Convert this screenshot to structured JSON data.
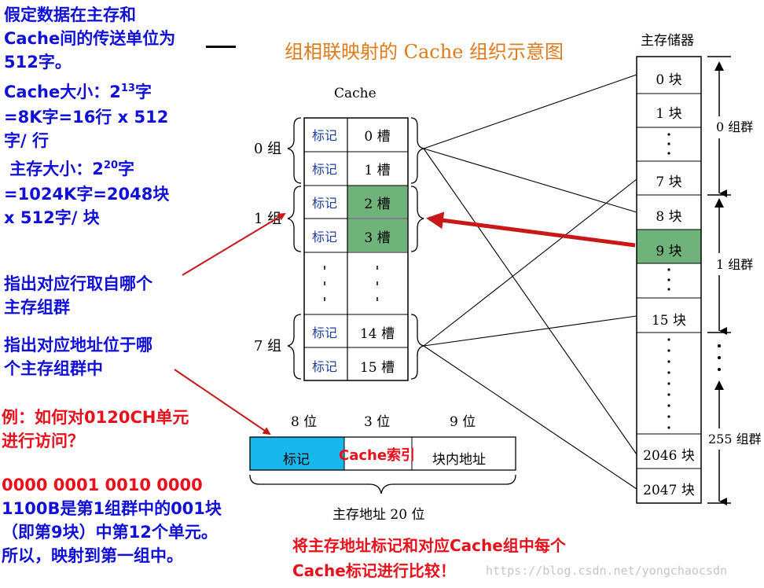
{
  "left_notes": {
    "assume_line1": "假定数据在主存和",
    "assume_line2": "Cache间的传送单位为",
    "assume_line3": "512字。",
    "cache_size_line1_prefix": "Cache大小：2",
    "cache_size_line1_exp": "13",
    "cache_size_line1_suffix": "字",
    "cache_size_line2": "=8K字=16行 x 512",
    "cache_size_line3": "字/ 行",
    "mem_size_line1_prefix": " 主存大小：2",
    "mem_size_line1_exp": "20",
    "mem_size_line1_suffix": "字",
    "mem_size_line2": "=1024K字=2048块",
    "mem_size_line3": "x 512字/ 块",
    "pointer1_line1": "指出对应行取自哪个",
    "pointer1_line2": "主存组群",
    "pointer2_line1": "指出对应地址位于哪",
    "pointer2_line2": "个主存组群中",
    "example_line1": "例：如何对0120CH单元",
    "example_line2": "进行访问？",
    "binary_line1": "0000 0001 0010 0000",
    "binary_line2": "1100B是第1组群中的001块",
    "binary_line3": "（即第9块）中第12个单元。",
    "binary_line4": "所以，映射到第一组中。"
  },
  "diagram": {
    "title": "组相联映射的 Cache 组织示意图",
    "cache_label": "Cache",
    "main_memory_label": "主存储器",
    "cache_groups": [
      "0 组",
      "1 组",
      "7 组"
    ],
    "cache_rows": [
      {
        "tag": "标记",
        "slot": "0 槽",
        "highlight": false
      },
      {
        "tag": "标记",
        "slot": "1 槽",
        "highlight": false
      },
      {
        "tag": "标记",
        "slot": "2 槽",
        "highlight": true
      },
      {
        "tag": "标记",
        "slot": "3 槽",
        "highlight": true
      },
      {
        "tag": "标记",
        "slot": "14 槽",
        "highlight": false
      },
      {
        "tag": "标记",
        "slot": "15 槽",
        "highlight": false
      }
    ],
    "memory_blocks": [
      "0 块",
      "1 块",
      "7 块",
      "8 块",
      "9 块",
      "15 块",
      "2046 块",
      "2047 块"
    ],
    "highlight_block": "9 块",
    "memory_groups": [
      "0 组群",
      "1 组群",
      "255 组群"
    ],
    "address": {
      "field_bits": [
        "8 位",
        "3 位",
        "9 位"
      ],
      "field_names": [
        "标记",
        "Cache索引",
        "块内地址"
      ],
      "total_label": "主存地址 20 位"
    },
    "compare_line1": "将主存地址标记和对应Cache组中每个",
    "compare_line2": "Cache标记进行比较！",
    "watermark": "https://blog.csdn.net/yongchaocsdn"
  },
  "colors": {
    "note_blue": "#1010d8",
    "note_red": "#e8101a",
    "title_orange": "#e07a1a",
    "highlight_green": "#6fb27a",
    "address_cyan": "#19b8ec",
    "arrow_red": "#c81818"
  }
}
